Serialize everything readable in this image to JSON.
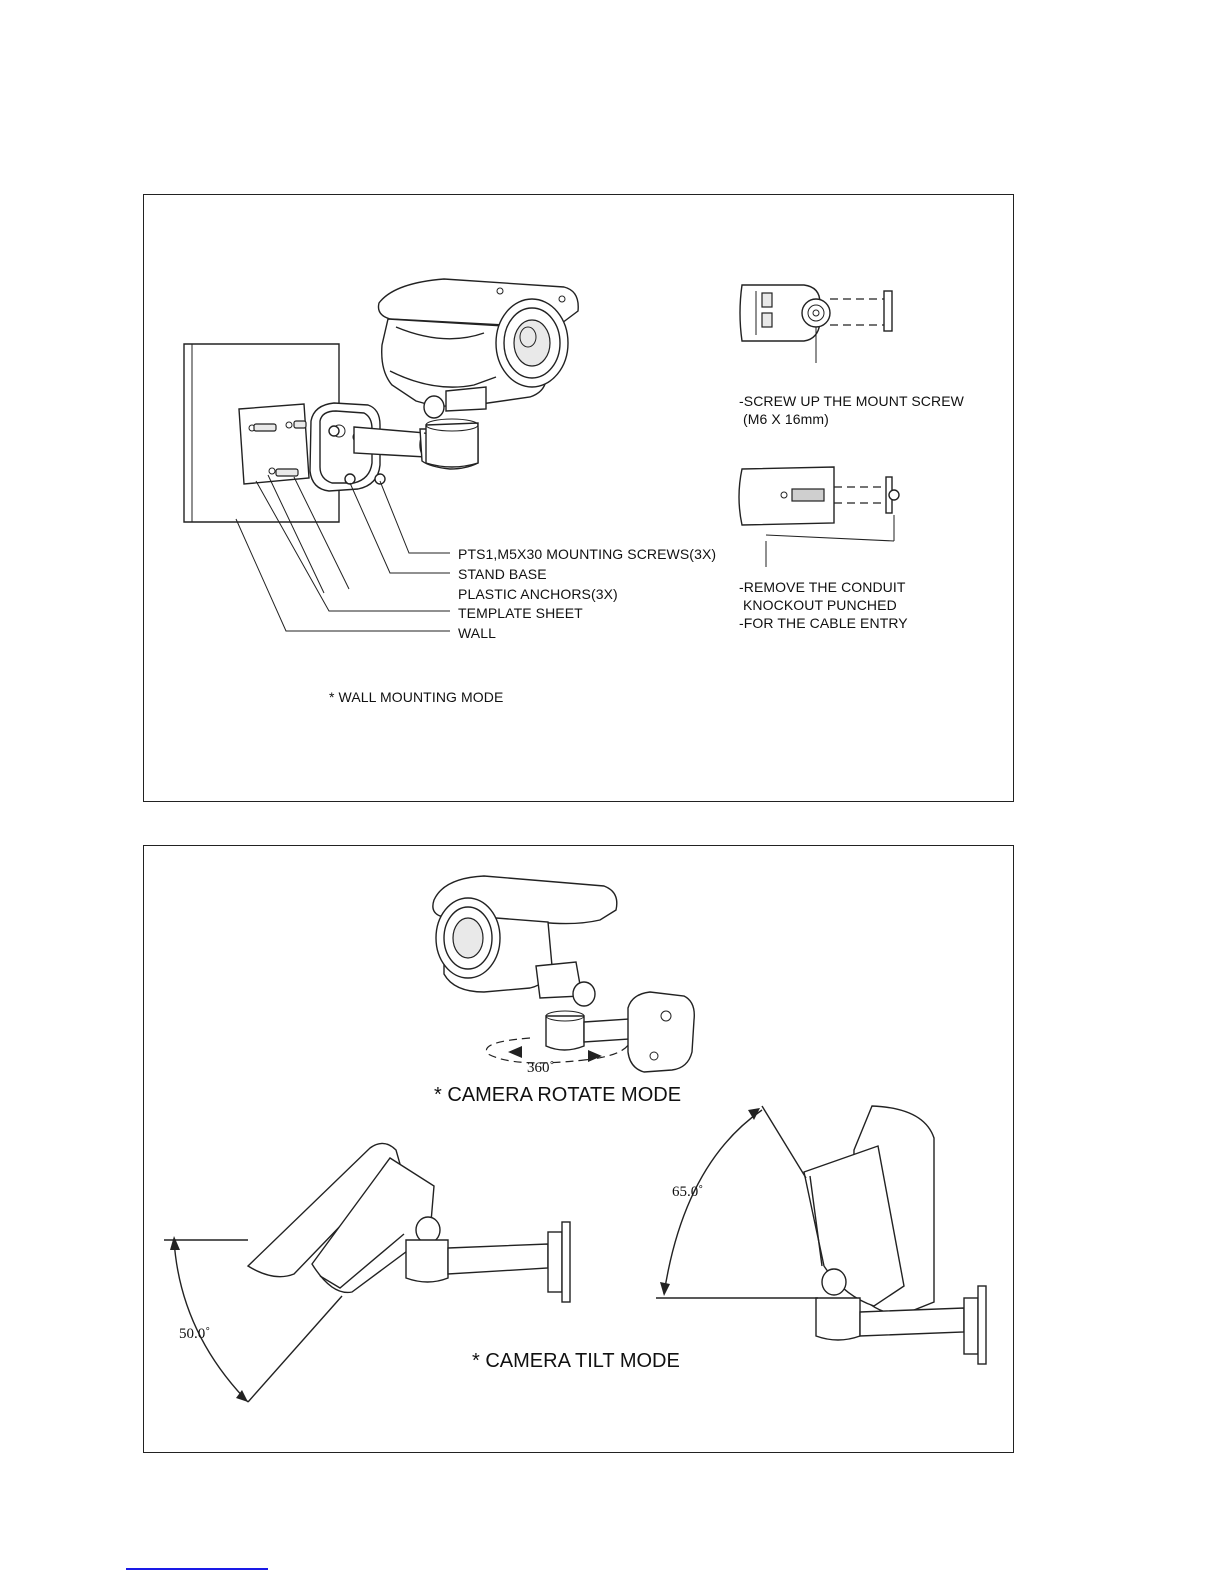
{
  "wall_mounting": {
    "callouts": [
      "PTS1,M5X30 MOUNTING SCREWS(3X)",
      "STAND BASE",
      "PLASTIC ANCHORS(3X)",
      "TEMPLATE SHEET",
      "WALL"
    ],
    "mode_caption": "* WALL MOUNTING MODE",
    "screw_note_line1": "-SCREW UP THE MOUNT SCREW",
    "screw_note_line2": " (M6 X 16mm)",
    "conduit_note_line1": "-REMOVE THE CONDUIT",
    "conduit_note_line2": " KNOCKOUT PUNCHED",
    "conduit_note_line3": "-FOR THE CABLE ENTRY"
  },
  "rotate_tilt": {
    "rotate_angle": "360˚",
    "rotate_caption": "* CAMERA ROTATE MODE",
    "tilt_down_angle": "50.0˚",
    "tilt_up_angle": "65.0˚",
    "tilt_caption": "* CAMERA TILT MODE"
  }
}
